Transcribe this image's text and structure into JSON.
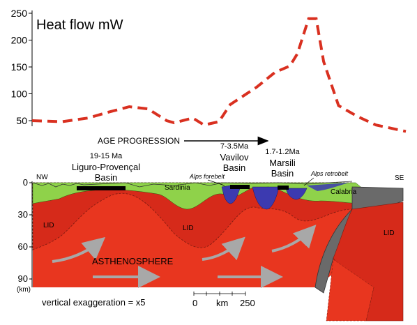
{
  "chart_data": {
    "type": "line",
    "title": "Heat flow mW",
    "y_ticks": [
      "250",
      "200",
      "150",
      "100",
      "50"
    ],
    "ylim": [
      30,
      255
    ],
    "series": [
      {
        "style": "dashed",
        "color": "#d93020",
        "x": [
          0.0,
          0.08,
          0.15,
          0.2,
          0.26,
          0.31,
          0.36,
          0.38,
          0.43,
          0.46,
          0.5,
          0.53,
          0.6,
          0.65,
          0.69,
          0.71,
          0.74,
          0.76,
          0.78,
          0.82,
          0.87,
          0.92,
          1.0
        ],
        "values": [
          50,
          48,
          55,
          65,
          76,
          72,
          50,
          46,
          55,
          42,
          48,
          80,
          112,
          140,
          152,
          175,
          240,
          240,
          160,
          78,
          58,
          42,
          30
        ]
      }
    ]
  },
  "figure": {
    "age_progression": "AGE PROGRESSION",
    "basins": [
      {
        "age": "19-15 Ma",
        "name": [
          "Liguro-Provençal",
          "Basin"
        ]
      },
      {
        "age": "7-3.5Ma",
        "name": [
          "Vavilov",
          "Basin"
        ]
      },
      {
        "age": "1.7-1.2Ma",
        "name": [
          "Marsili",
          "Basin"
        ]
      }
    ],
    "compass": {
      "nw": "NW",
      "se": "SE"
    },
    "depth_ticks": [
      "0",
      "30",
      "60",
      "90",
      "(km)"
    ],
    "places": {
      "sardinia": "Sardinia",
      "calabria": "Calabria"
    },
    "belts": {
      "forebelt": "Alps forebelt",
      "retrobelt": "Alps retrobelt"
    },
    "lid": "LID",
    "asthenosphere": "ASTHENOSPHERE",
    "exaggeration": "vertical exaggeration = x5",
    "scale": {
      "start": "0",
      "unit": "km",
      "end": "250"
    },
    "colors": {
      "heat_flow": "#d93020",
      "lithosphere": "#d62a1a",
      "asthenosphere": "#e8361f",
      "crust": "#8fd24a",
      "oceanic": "#3c3ab0",
      "slab": "#6a6a6a",
      "arrow": "#a8a8a8"
    }
  }
}
